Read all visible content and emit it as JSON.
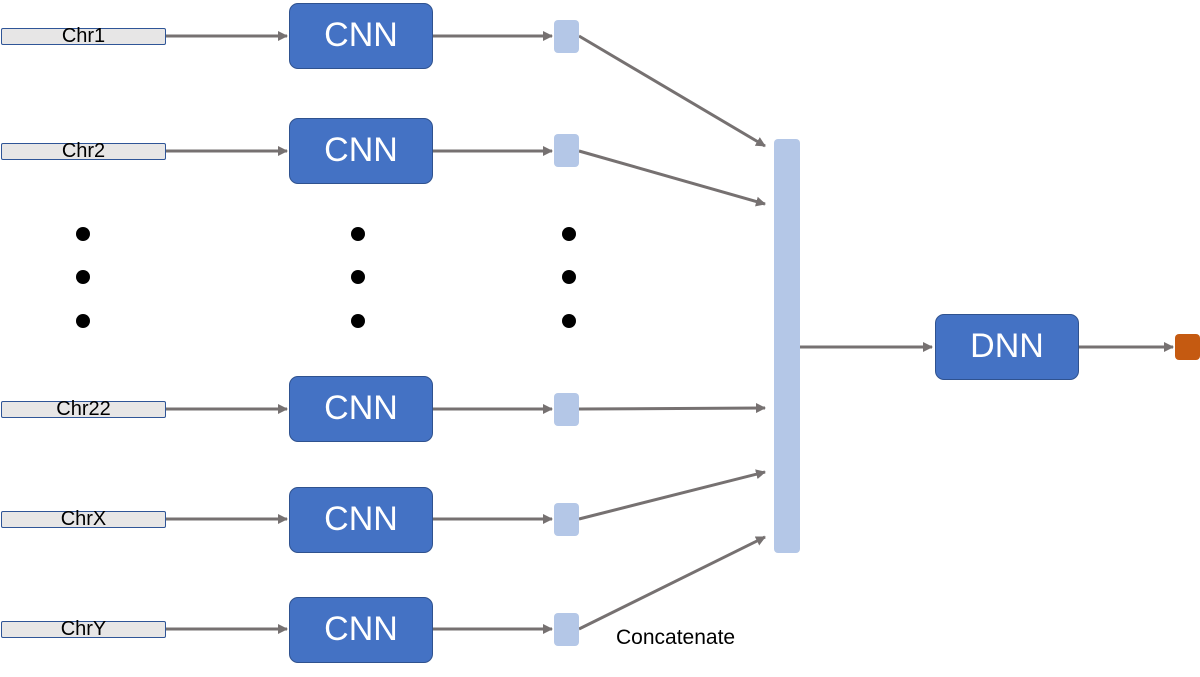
{
  "inputs": [
    {
      "id": "chr1",
      "label": "Chr1"
    },
    {
      "id": "chr2",
      "label": "Chr2"
    },
    {
      "id": "chr22",
      "label": "Chr22"
    },
    {
      "id": "chrx",
      "label": "ChrX"
    },
    {
      "id": "chry",
      "label": "ChrY"
    }
  ],
  "cnn_label": "CNN",
  "dnn_label": "DNN",
  "concat_label": "Concatenate",
  "colors": {
    "input_fill": "#e7e6e6",
    "input_border": "#2f5597",
    "block_fill": "#4472c4",
    "feature_fill": "#b4c7e7",
    "output_fill": "#c55a11",
    "arrow": "#767171"
  }
}
